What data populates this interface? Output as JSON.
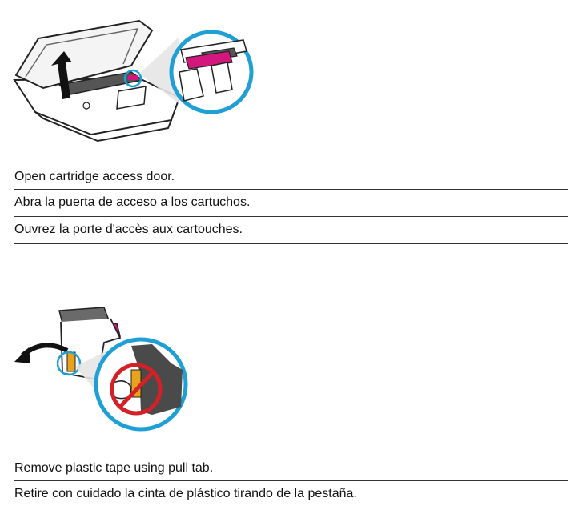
{
  "colors": {
    "accent_blue": "#1e9fd6",
    "magenta": "#d4167f",
    "prohibit_red": "#d62028",
    "line": "#333333"
  },
  "step1": {
    "illustration": "printer-open-access-door",
    "instructions": [
      "Open cartridge access door.",
      "Abra la puerta de acceso a los cartuchos.",
      "Ouvrez la porte d'accès aux cartouches."
    ]
  },
  "step2": {
    "illustration": "cartridge-remove-tape",
    "instructions": [
      "Remove plastic tape using pull tab.",
      "Retire con cuidado la cinta de plástico tirando de la pestaña."
    ]
  }
}
